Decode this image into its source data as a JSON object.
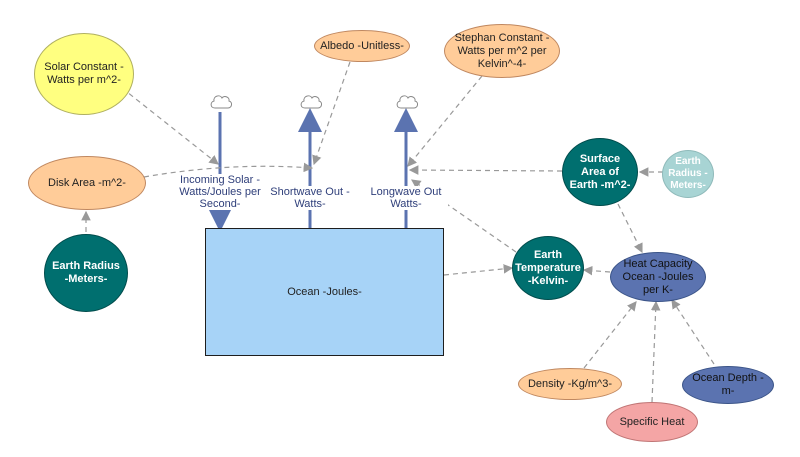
{
  "colors": {
    "stock_fill": "#a7d3f7",
    "flow_pipe": "#5b73b0",
    "connector": "#999999"
  },
  "stock": {
    "label": "Ocean -Joules-"
  },
  "flows": {
    "incoming": "Incoming Solar -Watts/Joules per Second-",
    "shortwave": "Shortwave Out -Watts-",
    "longwave": "Longwave Out Watts-"
  },
  "nodes": {
    "solar_constant": "Solar Constant -Watts per m^2-",
    "albedo": "Albedo -Unitless-",
    "stephan_constant": "Stephan Constant -Watts per m^2 per Kelvin^-4-",
    "disk_area": "Disk Area -m^2-",
    "earth_radius_left": "Earth Radius -Meters-",
    "surface_area": "Surface Area of Earth -m^2-",
    "earth_radius_ghost": "Earth Radius -Meters-",
    "earth_temperature": "Earth Temperature -Kelvin-",
    "heat_capacity": "Heat Capacity Ocean -Joules per K-",
    "density": "Density -Kg/m^3-",
    "ocean_depth": "Ocean Depth -m-",
    "specific_heat": "Specific Heat"
  },
  "icons": {
    "source_sink": "cloud-icon"
  }
}
